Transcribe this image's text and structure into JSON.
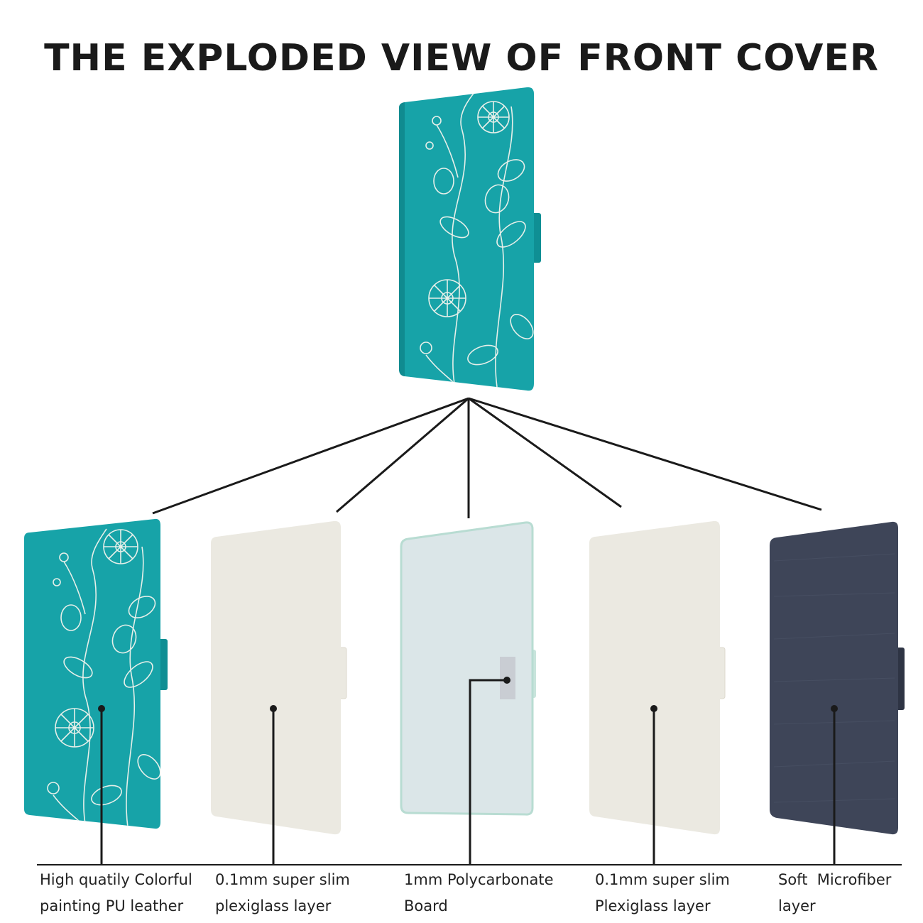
{
  "title": "THE EXPLODED VIEW OF FRONT COVER",
  "colors": {
    "teal": "#17a3a8",
    "teal_dark": "#108b90",
    "pattern": "#e6efe9",
    "cream": "#ebe9e1",
    "cream_edge": "#ddd9cd",
    "polycarbonate": "#dbe6e8",
    "polycarbonate_edge": "#b8dcd2",
    "microfiber": "#3e4558",
    "microfiber_dark": "#2e3444",
    "line": "#1a1a1a"
  },
  "layers": [
    {
      "id": "pu-leather",
      "material": "teal",
      "label_lines": [
        "High quatily Colorful",
        "painting PU leather"
      ]
    },
    {
      "id": "plexiglass-1",
      "material": "cream",
      "label_lines": [
        "0.1mm super slim",
        "plexiglass layer"
      ]
    },
    {
      "id": "polycarbonate",
      "material": "polycarbonate",
      "label_lines": [
        "1mm Polycarbonate",
        "Board"
      ]
    },
    {
      "id": "plexiglass-2",
      "material": "cream",
      "label_lines": [
        "0.1mm super slim",
        "Plexiglass layer"
      ]
    },
    {
      "id": "microfiber",
      "material": "microfiber",
      "label_lines": [
        "Soft  Microfiber",
        "layer"
      ]
    }
  ]
}
